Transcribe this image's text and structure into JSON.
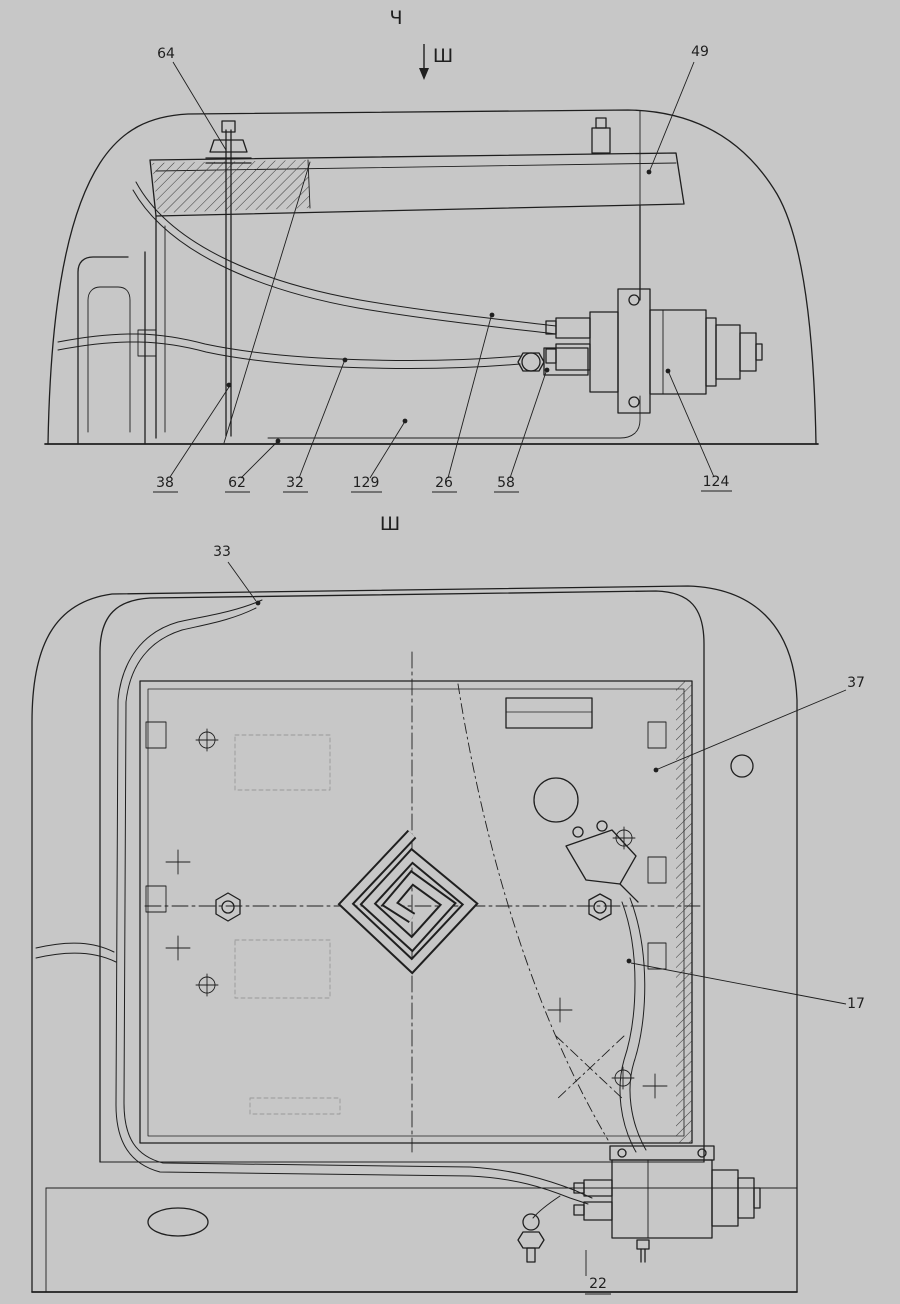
{
  "drawing": {
    "background": "#c7c7c7",
    "ink": "#1f1f1f",
    "faint_ink": "#9a9a9a",
    "description_visible_text_only": true
  },
  "views": {
    "side": {
      "title": "Ч",
      "section_label": "Ш",
      "callouts": {
        "c64": "64",
        "c49": "49",
        "c38": "38",
        "c62": "62",
        "c32": "32",
        "c129": "129",
        "c26": "26",
        "c58": "58",
        "c124": "124"
      }
    },
    "plan": {
      "title": "Ш",
      "callouts": {
        "c33": "33",
        "c37": "37",
        "c17": "17",
        "c22": "22"
      }
    }
  }
}
